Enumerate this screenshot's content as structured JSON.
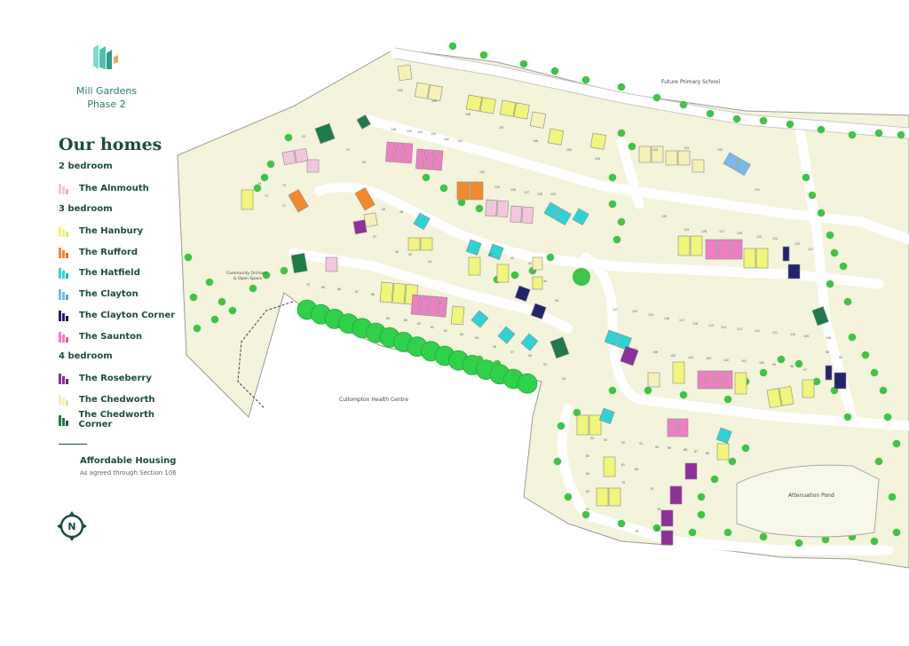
{
  "development": {
    "name_line1": "Mill Gardens",
    "name_line2": "Phase 2"
  },
  "legend": {
    "title": "Our homes",
    "categories": [
      {
        "label": "2 bedroom",
        "homes": [
          {
            "name": "The Alnmouth",
            "color": "#f4c6dc"
          }
        ]
      },
      {
        "label": "3 bedroom",
        "homes": [
          {
            "name": "The Hanbury",
            "color": "#f1f57a"
          },
          {
            "name": "The Rufford",
            "color": "#f28a2d"
          },
          {
            "name": "The Hatfield",
            "color": "#2fd3d3"
          },
          {
            "name": "The Clayton",
            "color": "#7ab9e6"
          },
          {
            "name": "The Clayton Corner",
            "color": "#23236e"
          },
          {
            "name": "The Saunton",
            "color": "#ee7fc2"
          }
        ]
      },
      {
        "label": "4 bedroom",
        "homes": [
          {
            "name": "The Roseberry",
            "color": "#8e2f9a"
          },
          {
            "name": "The Chedworth",
            "color": "#f6f1b4"
          },
          {
            "name": "The Chedworth Corner",
            "color": "#1f7a4c"
          }
        ]
      }
    ]
  },
  "affordable": {
    "title": "Affordable Housing",
    "subtitle": "As agreed through Section 106"
  },
  "compass": {
    "letter": "N",
    "icon": "north-compass-icon"
  },
  "map": {
    "labels": {
      "school": "Future Primary School",
      "health": "Cullompton Health Centre",
      "pond": "Attenuation Pond",
      "orchard_1": "Community Orchard",
      "orchard_2": "& Open Space"
    },
    "colors": {
      "site": "#f4f3dc",
      "road": "#ededed",
      "tree": "#3fc447",
      "hedge": "#2fd04a",
      "outline": "#9a9a9a"
    },
    "plot_numbers": [
      "200",
      "199",
      "198",
      "197",
      "196",
      "195",
      "194",
      "146",
      "145",
      "144",
      "143",
      "142",
      "141",
      "140",
      "139",
      "138",
      "137",
      "136",
      "135",
      "134",
      "133",
      "132",
      "131",
      "130",
      "129",
      "128",
      "127",
      "126",
      "125",
      "124",
      "123",
      "122",
      "121",
      "120",
      "119",
      "118",
      "117",
      "116",
      "115",
      "114",
      "113",
      "112",
      "111",
      "110",
      "109",
      "108",
      "107",
      "106",
      "105",
      "104",
      "103",
      "102",
      "101",
      "100",
      "99",
      "98",
      "97",
      "96",
      "95",
      "94",
      "93",
      "92",
      "91",
      "90",
      "89",
      "88",
      "87",
      "86",
      "85",
      "84",
      "83",
      "82",
      "81",
      "80",
      "79",
      "78",
      "77",
      "76",
      "75",
      "74",
      "73",
      "72",
      "71",
      "70",
      "69",
      "68",
      "67",
      "66",
      "65",
      "64",
      "63",
      "62",
      "61",
      "60",
      "59",
      "58",
      "57",
      "56",
      "55",
      "54",
      "53",
      "52",
      "51",
      "50",
      "49",
      "48",
      "47",
      "46",
      "45",
      "44",
      "43",
      "42",
      "41",
      "40",
      "39",
      "38",
      "37",
      "36",
      "35",
      "34",
      "33",
      "32",
      "31",
      "30",
      "29",
      "28",
      "27",
      "26",
      "25",
      "24",
      "23",
      "22",
      "21",
      "20",
      "19",
      "18",
      "17",
      "16",
      "15",
      "14",
      "13",
      "12",
      "11",
      "10",
      "9",
      "8",
      "7",
      "6",
      "5",
      "4",
      "3",
      "2",
      "1",
      "147",
      "148",
      "149",
      "150",
      "151",
      "152",
      "153",
      "154",
      "155",
      "156",
      "157",
      "158",
      "159",
      "160",
      "161",
      "162",
      "163",
      "164",
      "165",
      "166",
      "167",
      "168",
      "169",
      "170",
      "171",
      "172",
      "173",
      "174",
      "175",
      "176",
      "177",
      "178",
      "179",
      "180",
      "181",
      "182",
      "183",
      "184",
      "185",
      "186",
      "187",
      "188",
      "189",
      "190",
      "191",
      "192",
      "193"
    ]
  }
}
